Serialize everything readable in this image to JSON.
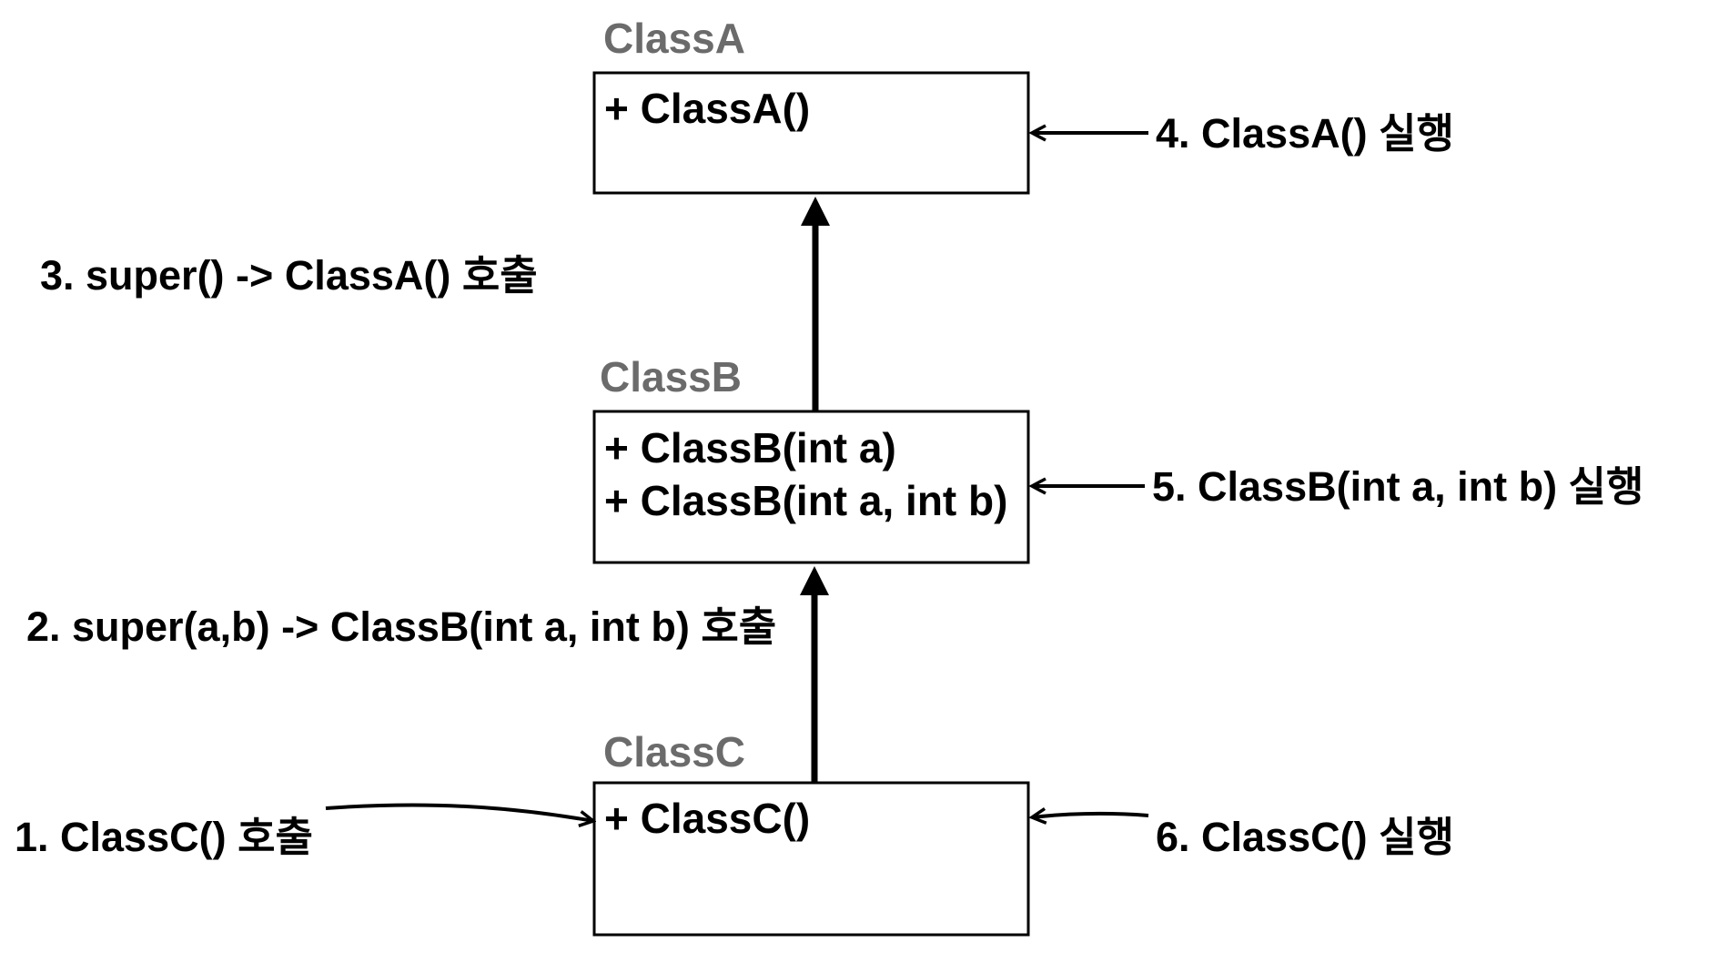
{
  "classes": {
    "a": {
      "name": "ClassA",
      "members": [
        "+ ClassA()"
      ]
    },
    "b": {
      "name": "ClassB",
      "members": [
        "+ ClassB(int a)",
        "+ ClassB(int a, int b)"
      ]
    },
    "c": {
      "name": "ClassC",
      "members": [
        "+ ClassC()"
      ]
    }
  },
  "steps": {
    "s1": "1. ClassC() 호출",
    "s2": "2. super(a,b) -> ClassB(int a, int b) 호출",
    "s3": "3. super() -> ClassA() 호출",
    "s4": "4. ClassA() 실행",
    "s5": "5. ClassB(int a, int b) 실행",
    "s6": "6. ClassC() 실행"
  },
  "colors": {
    "class_title": "#6b6b6b",
    "line": "#000000"
  }
}
